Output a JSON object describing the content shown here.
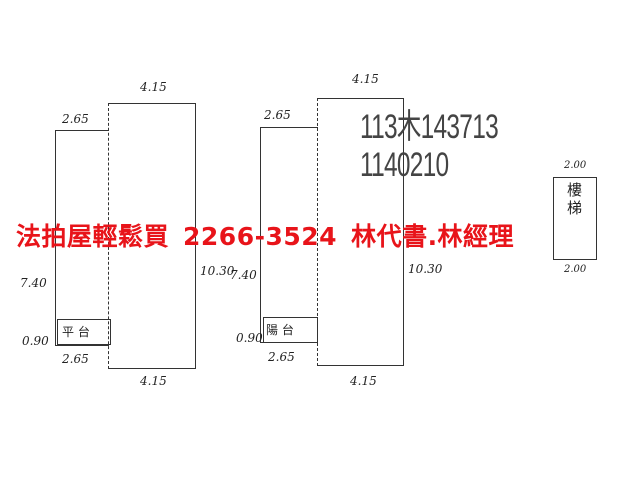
{
  "plans": [
    {
      "top": "4.15",
      "upper_left": "2.65",
      "left_height": "7.40",
      "right_height": "10.30",
      "balcony_depth": "0.90",
      "balcony_label": "平 台",
      "bottom_left": "2.65",
      "bottom": "4.15"
    },
    {
      "top": "4.15",
      "upper_left": "2.65",
      "left_height": "7.40",
      "right_height": "10.30",
      "balcony_depth": "0.90",
      "balcony_label": "陽 台",
      "bottom_left": "2.65",
      "bottom": "4.15"
    }
  ],
  "stair": {
    "top": "2.00",
    "bottom": "2.00",
    "label": "樓梯"
  },
  "stamp": {
    "line1": "113木143713",
    "line2": "1140210"
  },
  "watermark": {
    "part1": "法拍屋輕鬆買",
    "phone": "2266-3524",
    "part2": "林代書.林經理",
    "color": "#e8141a"
  }
}
